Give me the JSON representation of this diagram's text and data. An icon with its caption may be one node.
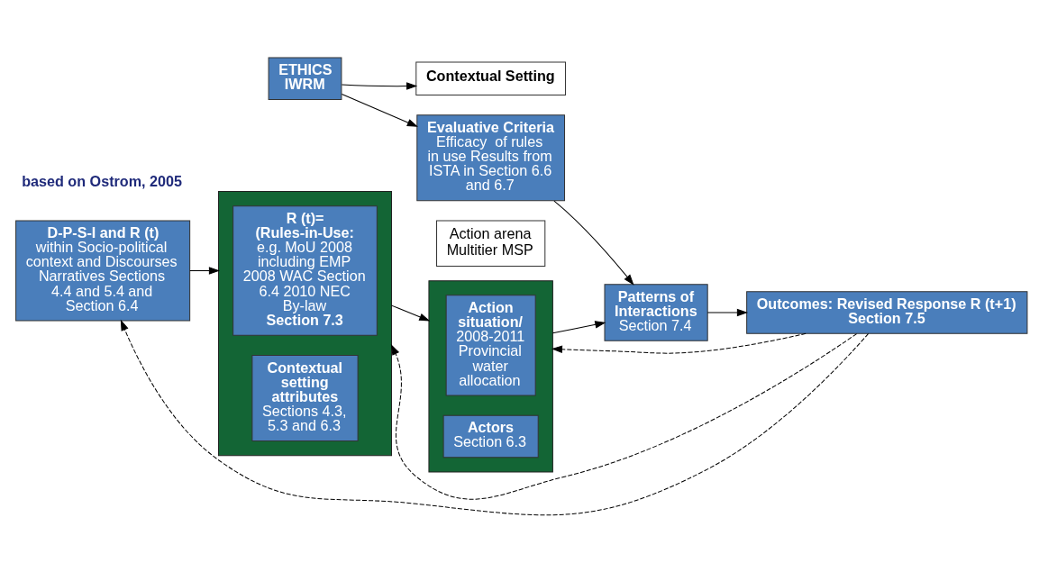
{
  "diagram": {
    "nodes": [
      {
        "text": [
          "Contextual Setting"
        ]
      },
      {
        "text": [
          "ETHICS IWRM"
        ]
      },
      {
        "text": [
          "D-P-S-I and R (t)",
          "within Socio-political context and Discourses Narratives Sections 4.4 and 5.4 and Section 6.4"
        ]
      },
      {
        "text": [],
        "shape": "box"
      },
      {
        "text": [
          "R (t)= (Rules-in-Use:",
          "e.g. MoU 2008 including EMP 2008 WAC Section 6.4 2010 NEC By-law",
          "Section 7.3"
        ],
        "in": 3
      },
      {
        "text": [
          "Contextual setting attributes",
          "Sections 4.3, 5.3 and 6.3"
        ],
        "in": 3
      },
      {
        "text": [
          "Action arena Multitier MSP"
        ]
      },
      {
        "text": [],
        "shape": "box"
      },
      {
        "text": [
          "Action situation/",
          "2008-2011 Provincial water allocation"
        ],
        "in": 7
      },
      {
        "text": [
          "Actors",
          "Section 6.3"
        ],
        "in": 7
      },
      {
        "text": [
          "Evaluative Criteria",
          "Efficacy  of rules in use Results from ISTA in Section 6.6 and 6.7"
        ]
      },
      {
        "text": [
          "Patterns of Interactions",
          "Section 7.4"
        ]
      },
      {
        "text": [
          "Outcomes: Revised Response R (t+1) Section 7.5"
        ]
      }
    ],
    "edges": [
      {
        "from": 1,
        "to": 0,
        "arrow": "to"
      },
      {
        "from": 1,
        "to": 10,
        "arrow": "to"
      },
      {
        "from": 2,
        "to": 3,
        "arrow": "to"
      },
      {
        "from": 3,
        "to": 7,
        "arrow": "to"
      },
      {
        "from": 7,
        "to": 11,
        "arrow": "to"
      },
      {
        "from": 10,
        "to": 11,
        "arrow": "to"
      },
      {
        "from": 11,
        "to": 12,
        "arrow": "to"
      },
      {
        "from": 12,
        "to": 7,
        "arrow": "to",
        "style": "dashed"
      },
      {
        "from": 12,
        "to": 3,
        "arrow": "to",
        "style": "dashed"
      },
      {
        "from": 12,
        "to": 2,
        "arrow": "to",
        "style": "dashed"
      }
    ],
    "labels": [
      "based on Ostrom, 2005"
    ]
  }
}
